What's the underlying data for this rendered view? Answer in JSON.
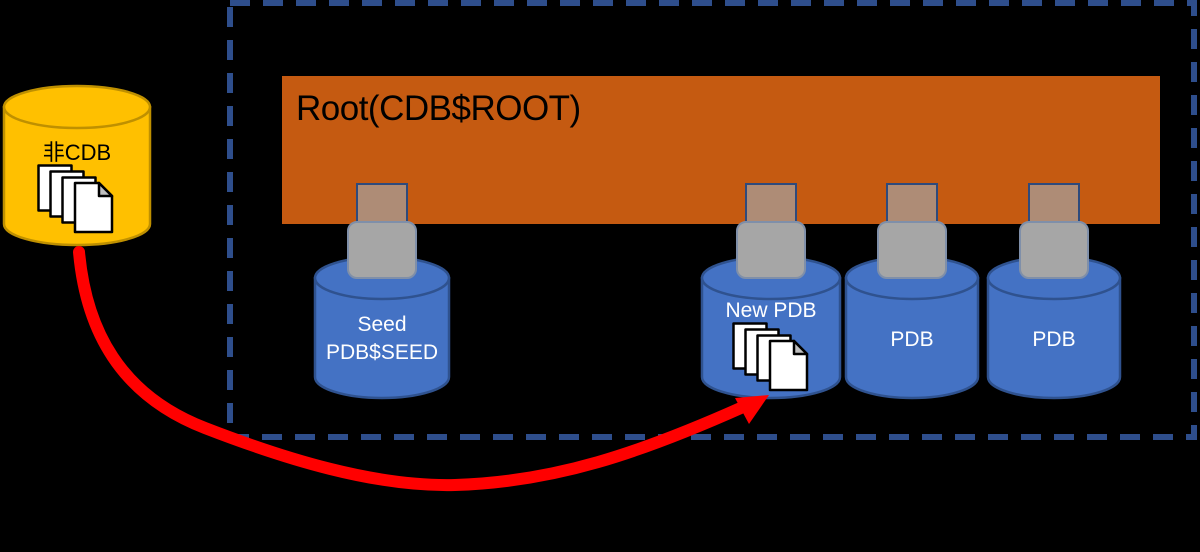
{
  "diagram": {
    "background_color": "#000000",
    "cdb_container": {
      "border_color": "#2E4E8C",
      "root_bar": {
        "label": "Root(CDB$ROOT)",
        "fill_color": "#C55A11",
        "text_color": "#000000"
      }
    },
    "non_cdb": {
      "label": "非CDB",
      "fill_color": "#FFC000",
      "border_color": "#BF9000",
      "text_color": "#000000"
    },
    "plug_style": {
      "prong_fill": "#AE8C76",
      "body_fill": "#A6A6A6"
    },
    "pdb_style": {
      "fill_color": "#4472C4",
      "border_color": "#2F528F",
      "text_color": "#FFFFFF"
    },
    "pdbs": [
      {
        "key": "seed",
        "line1": "Seed",
        "line2": "PDB$SEED",
        "has_doc_stack": false
      },
      {
        "key": "new-pdb",
        "line1": "New PDB",
        "line2": "",
        "has_doc_stack": true
      },
      {
        "key": "pdb-left",
        "line1": "PDB",
        "line2": "",
        "has_doc_stack": false
      },
      {
        "key": "pdb-right",
        "line1": "PDB",
        "line2": "",
        "has_doc_stack": false
      }
    ],
    "doc_stack": {
      "page_fill": "#FFFFFF",
      "fold_fill": "#BFBFBF"
    },
    "migration_arrow": {
      "color": "#FF0000"
    }
  }
}
